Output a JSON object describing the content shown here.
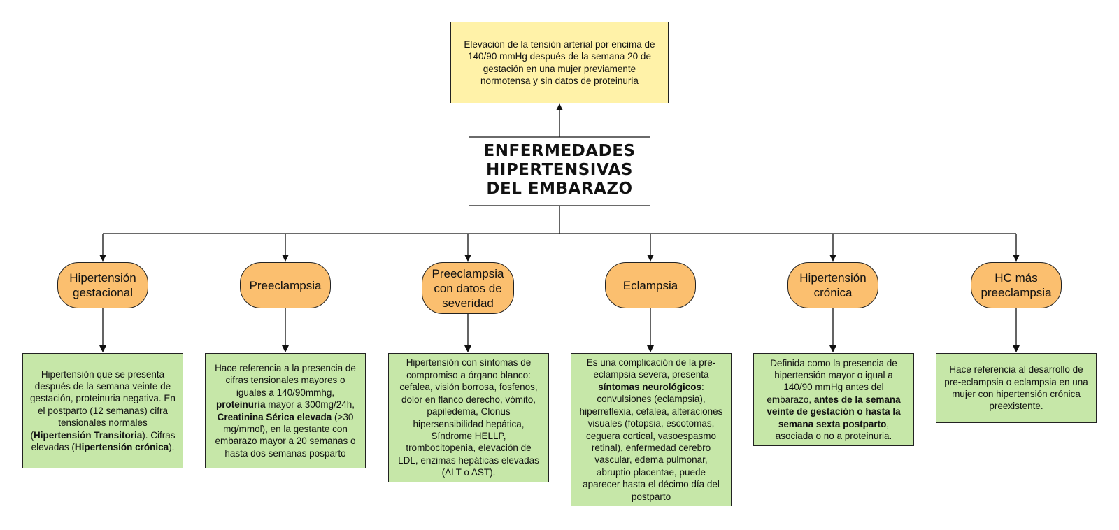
{
  "diagram": {
    "title": [
      "ENFERMEDADES",
      "HIPERTENSIVAS",
      "DEL EMBARAZO"
    ],
    "definition": "Elevación de la tensión arterial por encima de 140/90 mmHg después de la semana 20 de gestación en una mujer previamente normotensa y sin datos de proteinuria",
    "categories": [
      {
        "label": "Hipertensión gestacional",
        "description": [
          {
            "t": "Hipertensión que se presenta después de la semana veinte de gestación, proteinuria negativa. En el postparto (12 semanas) cifra tensionales normales ("
          },
          {
            "t": "Hipertensión Transitoria",
            "b": true
          },
          {
            "t": "). Cifras elevadas ("
          },
          {
            "t": "Hipertensión crónica",
            "b": true
          },
          {
            "t": ")."
          }
        ]
      },
      {
        "label": "Preeclampsia",
        "description": [
          {
            "t": "Hace referencia a la presencia de cifras tensionales mayores o iguales a 140/90mmhg, "
          },
          {
            "t": "proteinuria",
            "b": true
          },
          {
            "t": " mayor a 300mg/24h, "
          },
          {
            "t": "Creatinina Sérica elevada",
            "b": true
          },
          {
            "t": " (>30 mg/mmol), en la gestante con embarazo mayor a 20 semanas o hasta dos semanas posparto"
          }
        ]
      },
      {
        "label": "Preeclampsia con datos de severidad",
        "description": [
          {
            "t": "Hipertensión con síntomas de compromiso a órgano blanco: cefalea, visión borrosa, fosfenos, dolor en flanco derecho, vómito, papiledema, Clonus hipersensibilidad hepática, Síndrome HELLP, trombocitopenia, elevación de LDL, enzimas hepáticas elevadas (ALT o AST)."
          }
        ]
      },
      {
        "label": "Eclampsia",
        "description": [
          {
            "t": "Es una complicación de la pre-eclampsia severa, presenta "
          },
          {
            "t": "síntomas neurológicos",
            "b": true
          },
          {
            "t": ": convulsiones (eclampsia), hiperreflexia, cefalea, alteraciones visuales (fotopsia, escotomas, ceguera cortical, vasoespasmo retinal), enfermedad cerebro vascular, edema pulmonar, abruptio placentae, puede aparecer hasta el décimo día del postparto"
          }
        ]
      },
      {
        "label": "Hipertensión crónica",
        "description": [
          {
            "t": "Definida como la presencia de hipertensión mayor o igual a 140/90 mmHg antes del embarazo, "
          },
          {
            "t": "antes de la semana veinte de gestación o hasta la semana sexta postparto",
            "b": true
          },
          {
            "t": ", asociada o no a proteinuria."
          }
        ]
      },
      {
        "label": "HC más preeclampsia",
        "description": [
          {
            "t": "Hace referencia al desarrollo de pre-eclampsia o eclampsia en una mujer con hipertensión crónica preexistente."
          }
        ]
      }
    ]
  }
}
